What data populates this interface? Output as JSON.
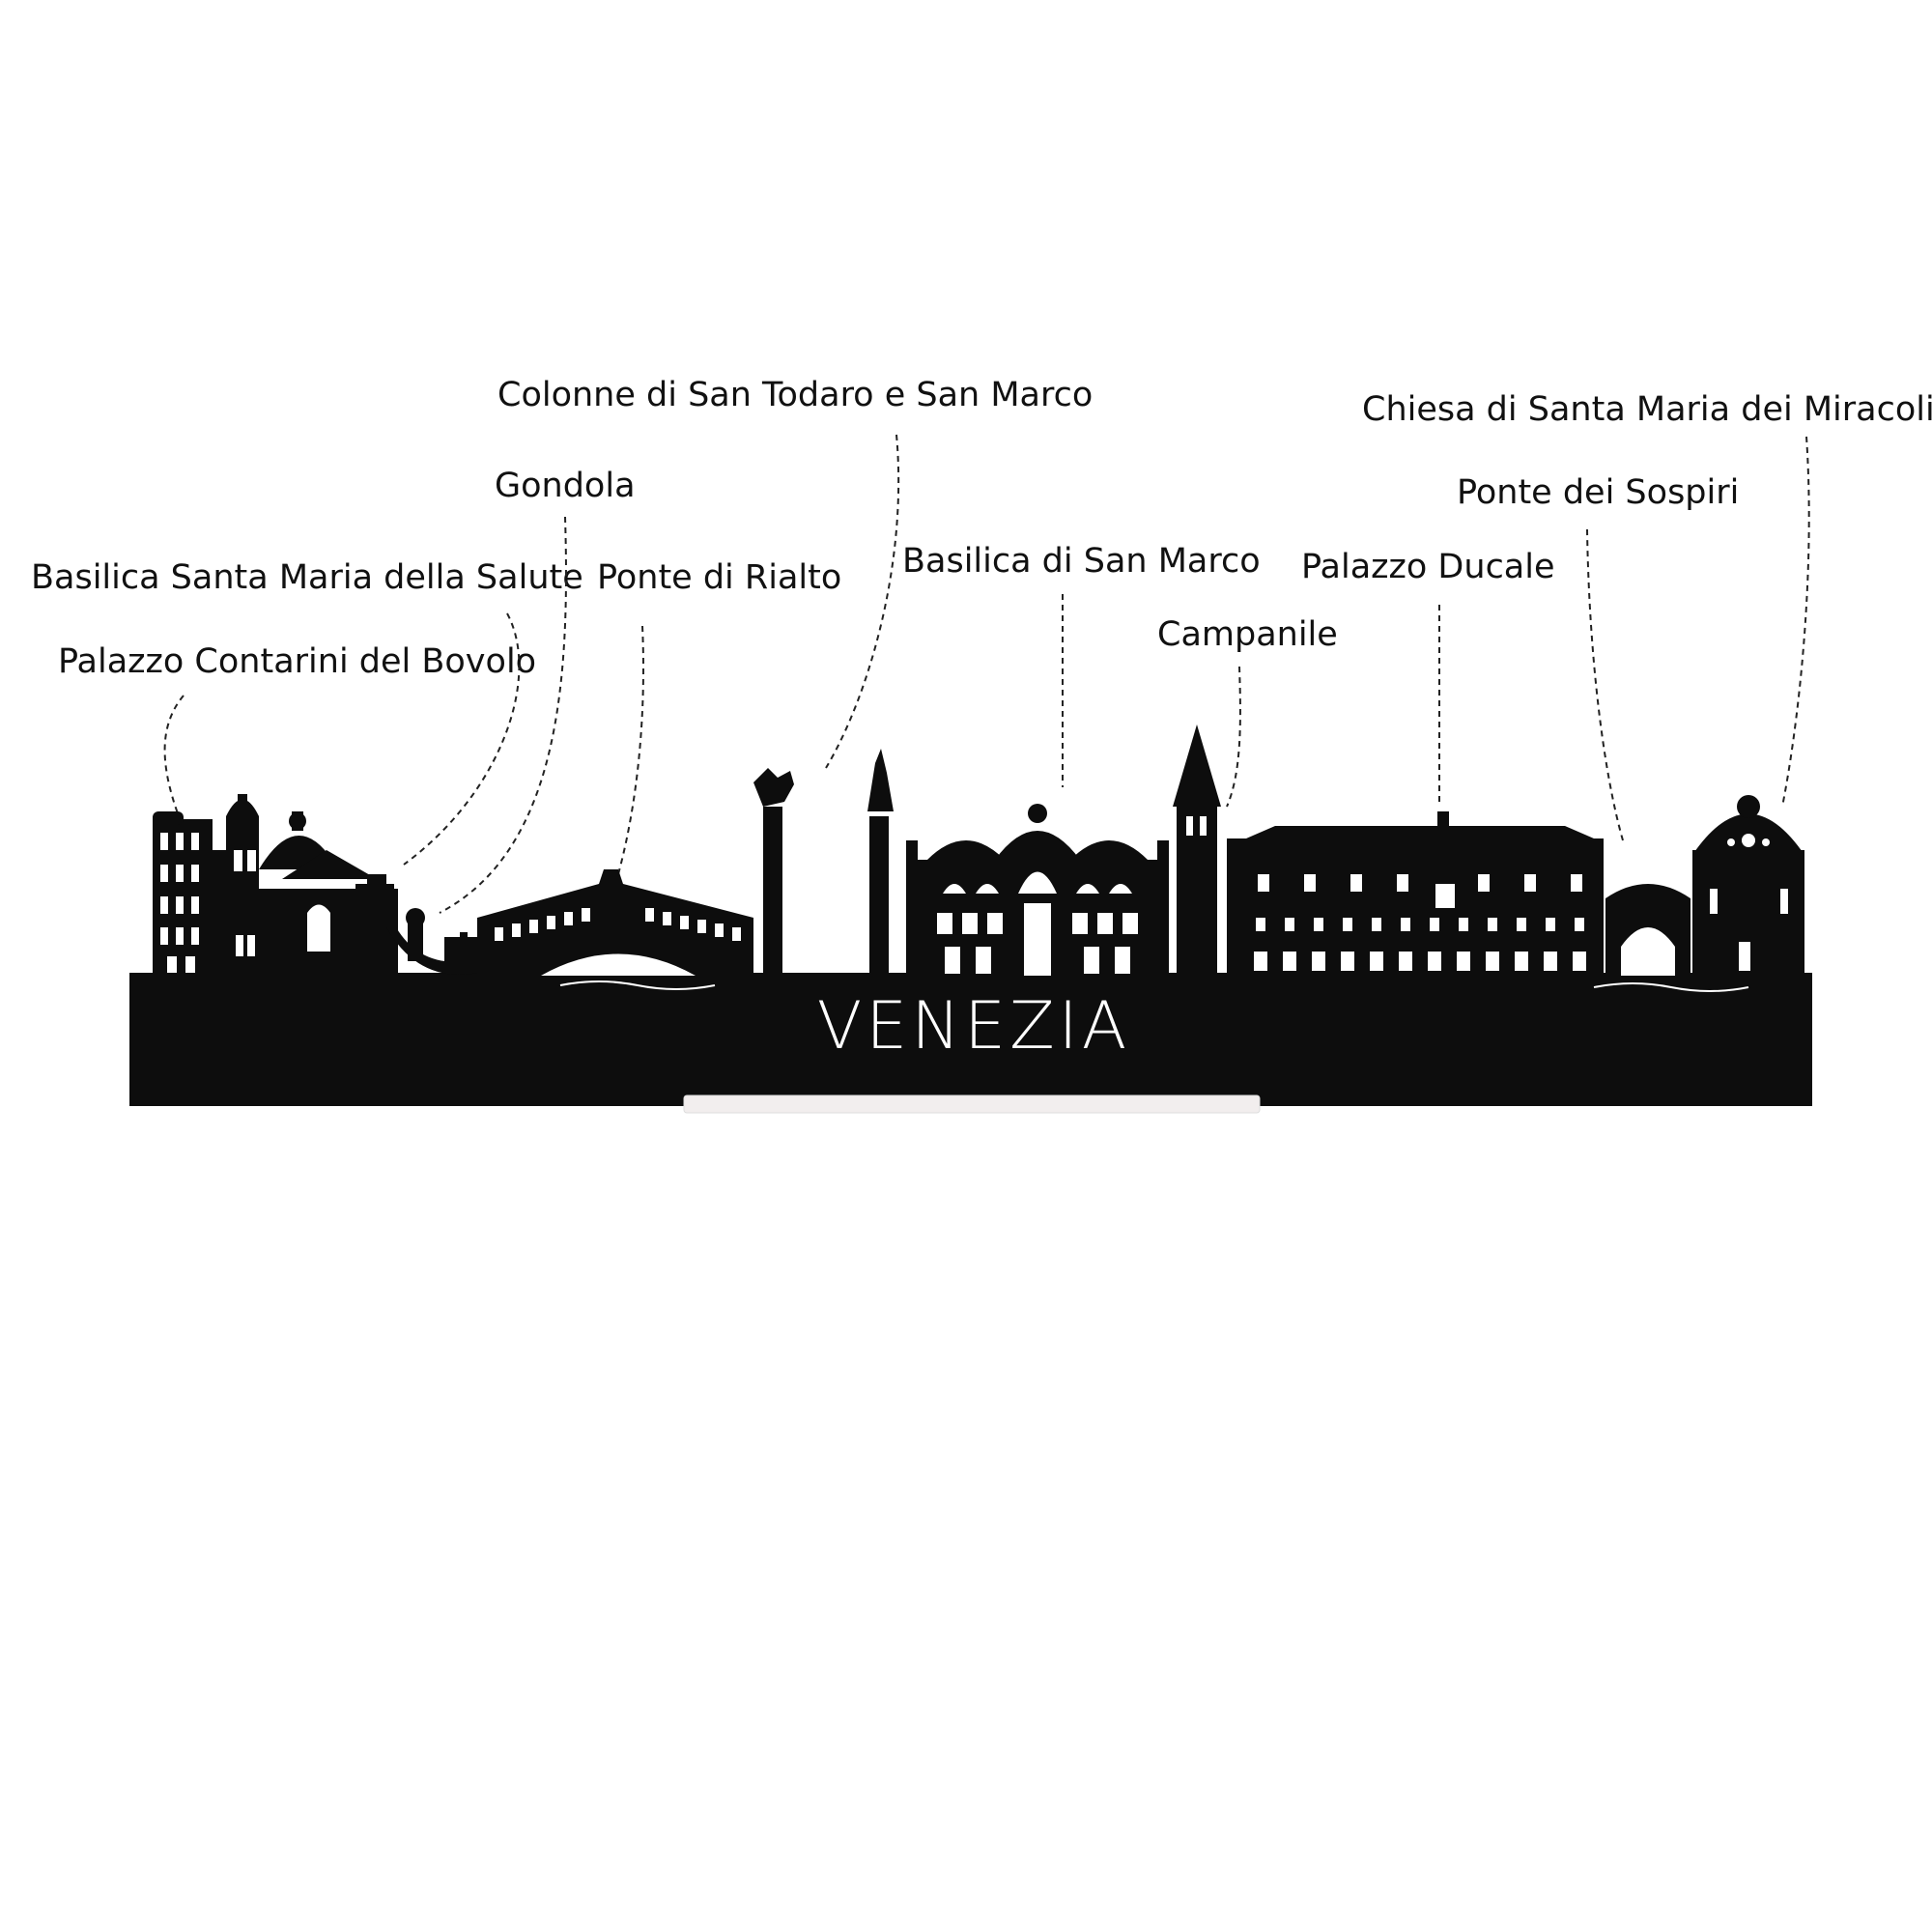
{
  "colors": {
    "silhouette": "#0d0d0d",
    "cutout": "#ffffff",
    "text": "#111111",
    "stand": "#f2eeee"
  },
  "title": "VENEZIA",
  "landmarks": {
    "contarini": "Palazzo Contarini del Bovolo",
    "salute": "Basilica Santa Maria della Salute",
    "gondola": "Gondola",
    "rialto": "Ponte di Rialto",
    "colonne": "Colonne di San Todaro e San Marco",
    "sanmarco": "Basilica di San Marco",
    "campanile": "Campanile",
    "ducale": "Palazzo Ducale",
    "sospiri": "Ponte dei Sospiri",
    "miracoli": "Chiesa di Santa Maria dei Miracoli"
  }
}
